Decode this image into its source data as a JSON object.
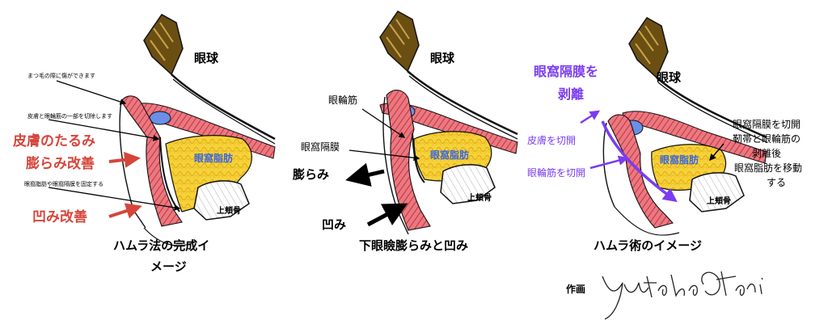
{
  "panels": [
    {
      "caption_line1": "ハムラ法の完成イ",
      "caption_line2": "メージ",
      "labels": {
        "eyeball": "眼球",
        "fat": "眼窩脂肪",
        "bone": "上頬骨",
        "note_lash": "まつ毛の際に傷ができます",
        "note_cut": "皮膚と眼輪筋の一部を切除します",
        "note_fix": "眼窩脂肪や眼窩隔膜を固定する",
        "red1_line1": "皮膚のたるみ",
        "red1_line2": "膨らみ改善",
        "red2": "凹み改善"
      }
    },
    {
      "caption": "下眼瞼膨らみと凹み",
      "labels": {
        "eyeball": "眼球",
        "fat": "眼窩脂肪",
        "bone": "上頬骨",
        "muscle": "眼輪筋",
        "septum": "眼窩隔膜",
        "bulge": "膨らみ",
        "hollow": "凹み"
      }
    },
    {
      "caption": "ハムラ術のイメージ",
      "labels": {
        "eyeball": "眼球",
        "fat": "眼窩脂肪",
        "bone": "上頬骨",
        "title_line1": "眼窩隔膜を",
        "title_line2": "剥離",
        "skin_cut": "皮膚を切開",
        "muscle_cut": "眼輪筋を切開",
        "note_line1": "眼窩隔膜を切開",
        "note_line2": "靭帯と眼輪筋の",
        "note_line3": "剥離後",
        "note_line4": "眼窩脂肪を移動",
        "note_line5": "する"
      }
    }
  ],
  "credit": {
    "label": "作画",
    "signature": "Yutaka Otani"
  },
  "colors": {
    "annotation_red": "#d6453a",
    "annotation_purple": "#7b3cf0",
    "fat_yellow": "#f4cd2a",
    "muscle_red": "#d94a5a",
    "lash_brown": "#6b4e12"
  }
}
